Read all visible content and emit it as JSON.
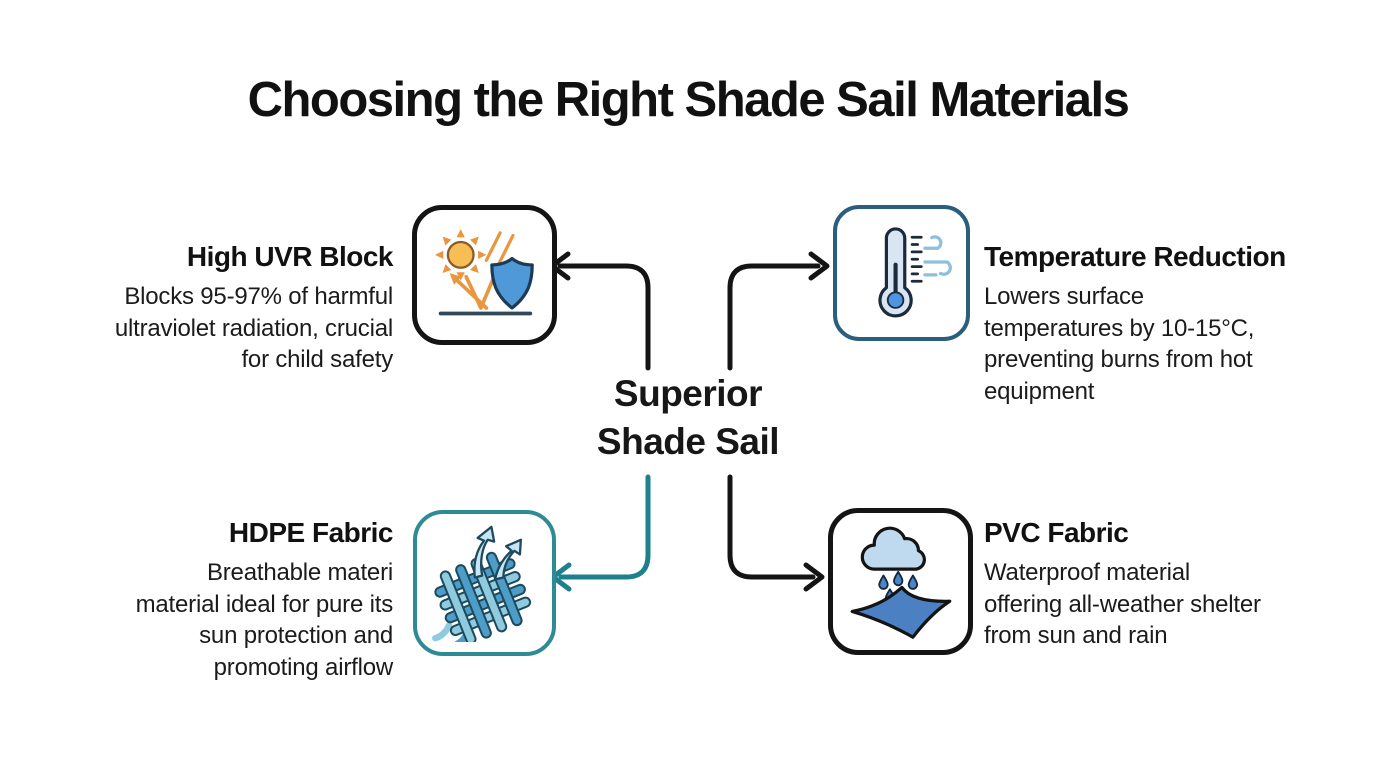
{
  "title": "Choosing the Right Shade Sail Materials",
  "center": {
    "lines": [
      "Superior",
      "Shade Sail"
    ]
  },
  "nodes": [
    {
      "id": "high-uvr-block",
      "heading": "High UVR Block",
      "body_lines": [
        "Blocks 95-97% of harmful",
        "ultraviolet radiation, crucial",
        "for child safety"
      ],
      "icon": "sun-uv-shield-icon"
    },
    {
      "id": "temperature-reduction",
      "heading": "Temperature Reduction",
      "body_lines": [
        "Lowers surface",
        "temperatures by 10-15°C,",
        "preventing burns from hot",
        "equipment"
      ],
      "icon": "thermometer-wind-icon"
    },
    {
      "id": "hdpe-fabric",
      "heading": "HDPE Fabric",
      "body_lines": [
        "Breathable materi",
        "material ideal for pure its",
        "sun protection and",
        "promoting airflow"
      ],
      "icon": "woven-fabric-icon"
    },
    {
      "id": "pvc-fabric",
      "heading": "PVC Fabric",
      "body_lines": [
        "Waterproof material",
        "offering all-weather shelter",
        "from sun and rain"
      ],
      "icon": "rain-cloud-sail-icon"
    }
  ],
  "colors": {
    "ink": "#141414",
    "teal": "#1E808C",
    "teal_border": "#2E8B96",
    "steel_border": "#295E7D",
    "orange": "#E9963E",
    "sun": "#F7BE56",
    "sun_ring": "#8A5B2B",
    "shield_blue": "#4F99D9",
    "shield_edge": "#1D3B54",
    "ground": "#31485A",
    "thermo_fill": "#D9E5F2",
    "thermo_edge": "#1B2B3B",
    "bulb_blue": "#4F94E0",
    "wind_blue": "#8CC0DC",
    "weave_mid": "#4D9DC8",
    "weave_light": "#8FCADE",
    "weave_edge": "#1C4B5F",
    "arrow_light": "#C9E4F2",
    "cloud_fill": "#BFD9EE",
    "drop_blue": "#4A86C6",
    "sail_blue": "#4B80C3"
  }
}
